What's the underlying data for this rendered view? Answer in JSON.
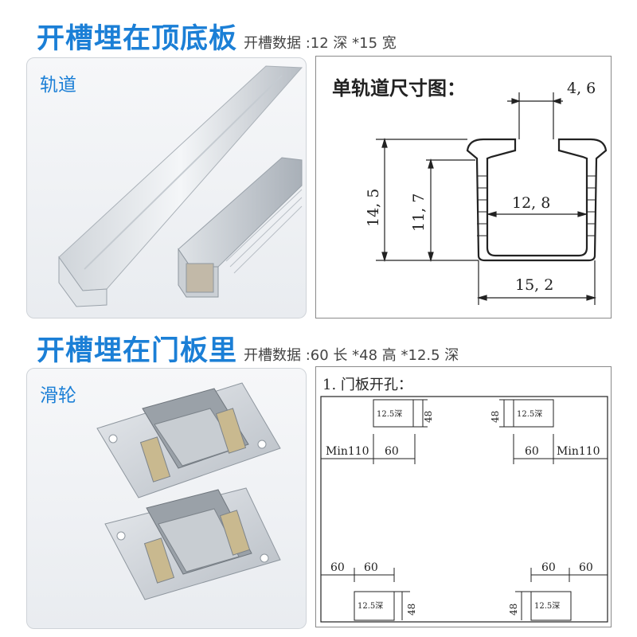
{
  "section_top": {
    "title": "开槽埋在顶底板",
    "spec": "开槽数据 :12 深 *15 宽",
    "photo_label": "轨道",
    "drawing": {
      "title": "单轨道尺寸图：",
      "dim_gap": "4, 6",
      "dim_outer_height": "14, 5",
      "dim_inner_height": "11, 7",
      "dim_inner_width": "12, 8",
      "dim_outer_width": "15, 2"
    }
  },
  "section_bottom": {
    "title": "开槽埋在门板里",
    "spec": "开槽数据 :60 长 *48 高 *12.5 深",
    "photo_label": "滑轮",
    "drawing": {
      "title": "1. 门板开孔：",
      "depth_label": "12.5深",
      "height_label": "48",
      "width_label": "60",
      "min_label": "Min110",
      "offset_label": "60"
    }
  }
}
